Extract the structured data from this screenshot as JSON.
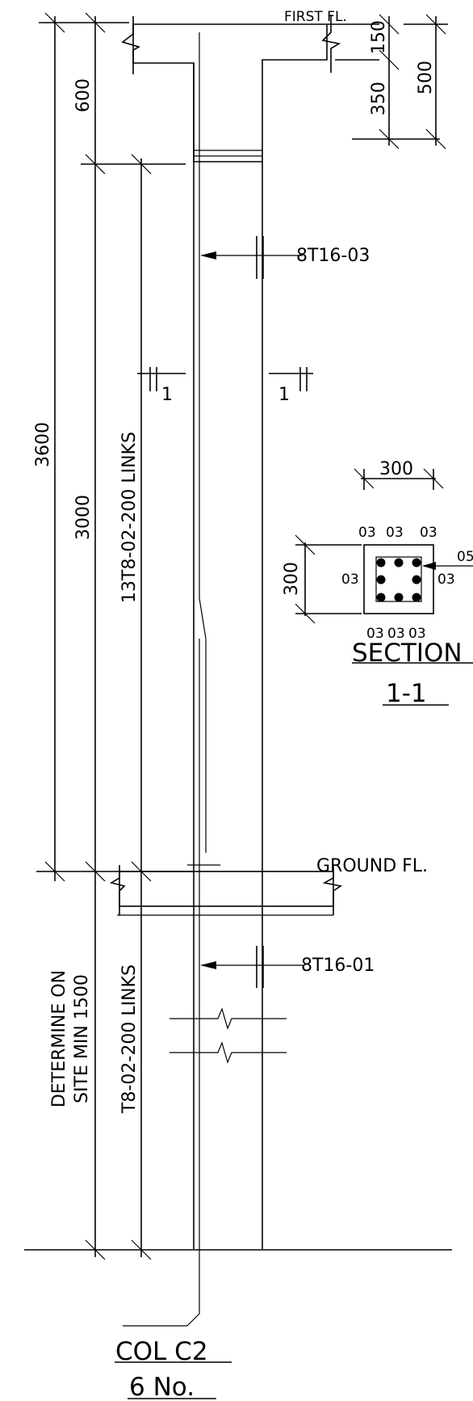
{
  "drawing": {
    "title": "COL C2",
    "subtitle": "6 No.",
    "levels": {
      "first_floor": "FIRST FL.",
      "ground_floor": "GROUND FL."
    },
    "dims": {
      "slab_depth": "150",
      "beam_below": "350",
      "beam_total": "500",
      "top_zone": "600",
      "storey": "3600",
      "clear_height": "3000",
      "links_upper": "13T8-02-200 LINKS",
      "links_lower": "T8-02-200 LINKS",
      "foundation_line1": "DETERMINE ON",
      "foundation_line2": "SITE MIN 1500"
    },
    "bars": {
      "upper": "8T16-03",
      "lower": "8T16-01"
    },
    "section_marks": {
      "left": "1",
      "right": "1"
    },
    "section": {
      "width": "300",
      "height": "300",
      "top_labels": [
        "03",
        "03",
        "03"
      ],
      "bottom_labels": [
        "03",
        "03",
        "03"
      ],
      "left_label": "03",
      "right_label": "03",
      "link_label": "05",
      "title": "SECTION",
      "ref": "1-1"
    }
  }
}
